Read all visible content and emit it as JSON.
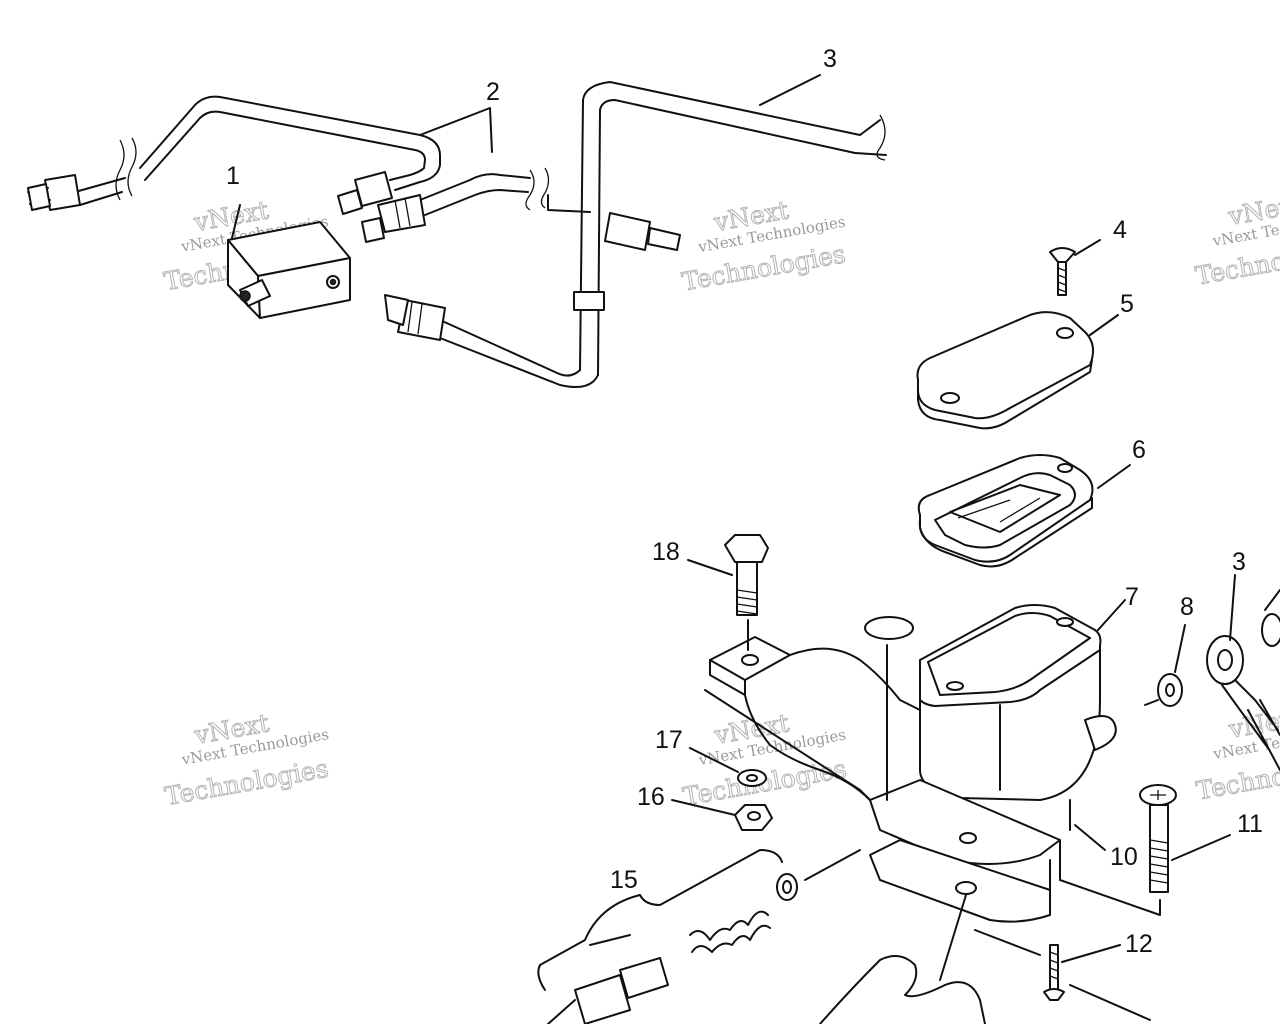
{
  "diagram": {
    "callouts": [
      {
        "id": "c1",
        "label": "1"
      },
      {
        "id": "c2",
        "label": "2"
      },
      {
        "id": "c3a",
        "label": "3"
      },
      {
        "id": "c4",
        "label": "4"
      },
      {
        "id": "c5",
        "label": "5"
      },
      {
        "id": "c6",
        "label": "6"
      },
      {
        "id": "c7",
        "label": "7"
      },
      {
        "id": "c3b",
        "label": "3"
      },
      {
        "id": "c8",
        "label": "8"
      },
      {
        "id": "c18",
        "label": "18"
      },
      {
        "id": "c17",
        "label": "17"
      },
      {
        "id": "c16",
        "label": "16"
      },
      {
        "id": "c10",
        "label": "10"
      },
      {
        "id": "c11",
        "label": "11"
      },
      {
        "id": "c15",
        "label": "15"
      },
      {
        "id": "c12",
        "label": "12"
      }
    ],
    "watermark": {
      "line1": "vNext Technologies",
      "line2": "Technologies",
      "line3": "vNext"
    }
  }
}
